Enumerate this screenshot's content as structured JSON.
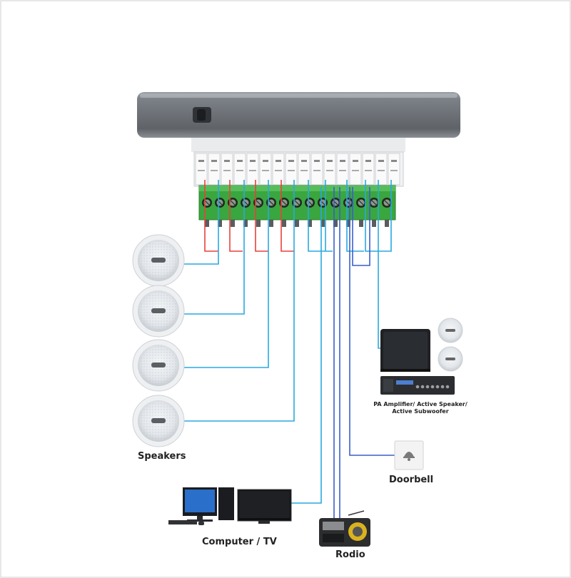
{
  "labels": {
    "speakers": "Speakers",
    "pa_amplifier_line1": "PA Amplifier/ Active Speaker/",
    "pa_amplifier_line2": "Active Subwoofer",
    "doorbell": "Doorbell",
    "computer_tv": "Computer / TV",
    "radio": "Rodio"
  },
  "colors": {
    "device_body": "#6e7277",
    "terminal_block": "#3aa63f",
    "wire_red": "#e8413a",
    "wire_cyan": "#2aa9e0",
    "wire_blue": "#3a5fc8",
    "speaker_grille": "#d9dde2"
  },
  "icons": [
    "controller-device-icon",
    "terminal-block-icon",
    "ceiling-speaker-icon",
    "subwoofer-icon",
    "pa-amplifier-icon",
    "doorbell-icon",
    "computer-icon",
    "tv-monitor-icon",
    "radio-icon"
  ]
}
